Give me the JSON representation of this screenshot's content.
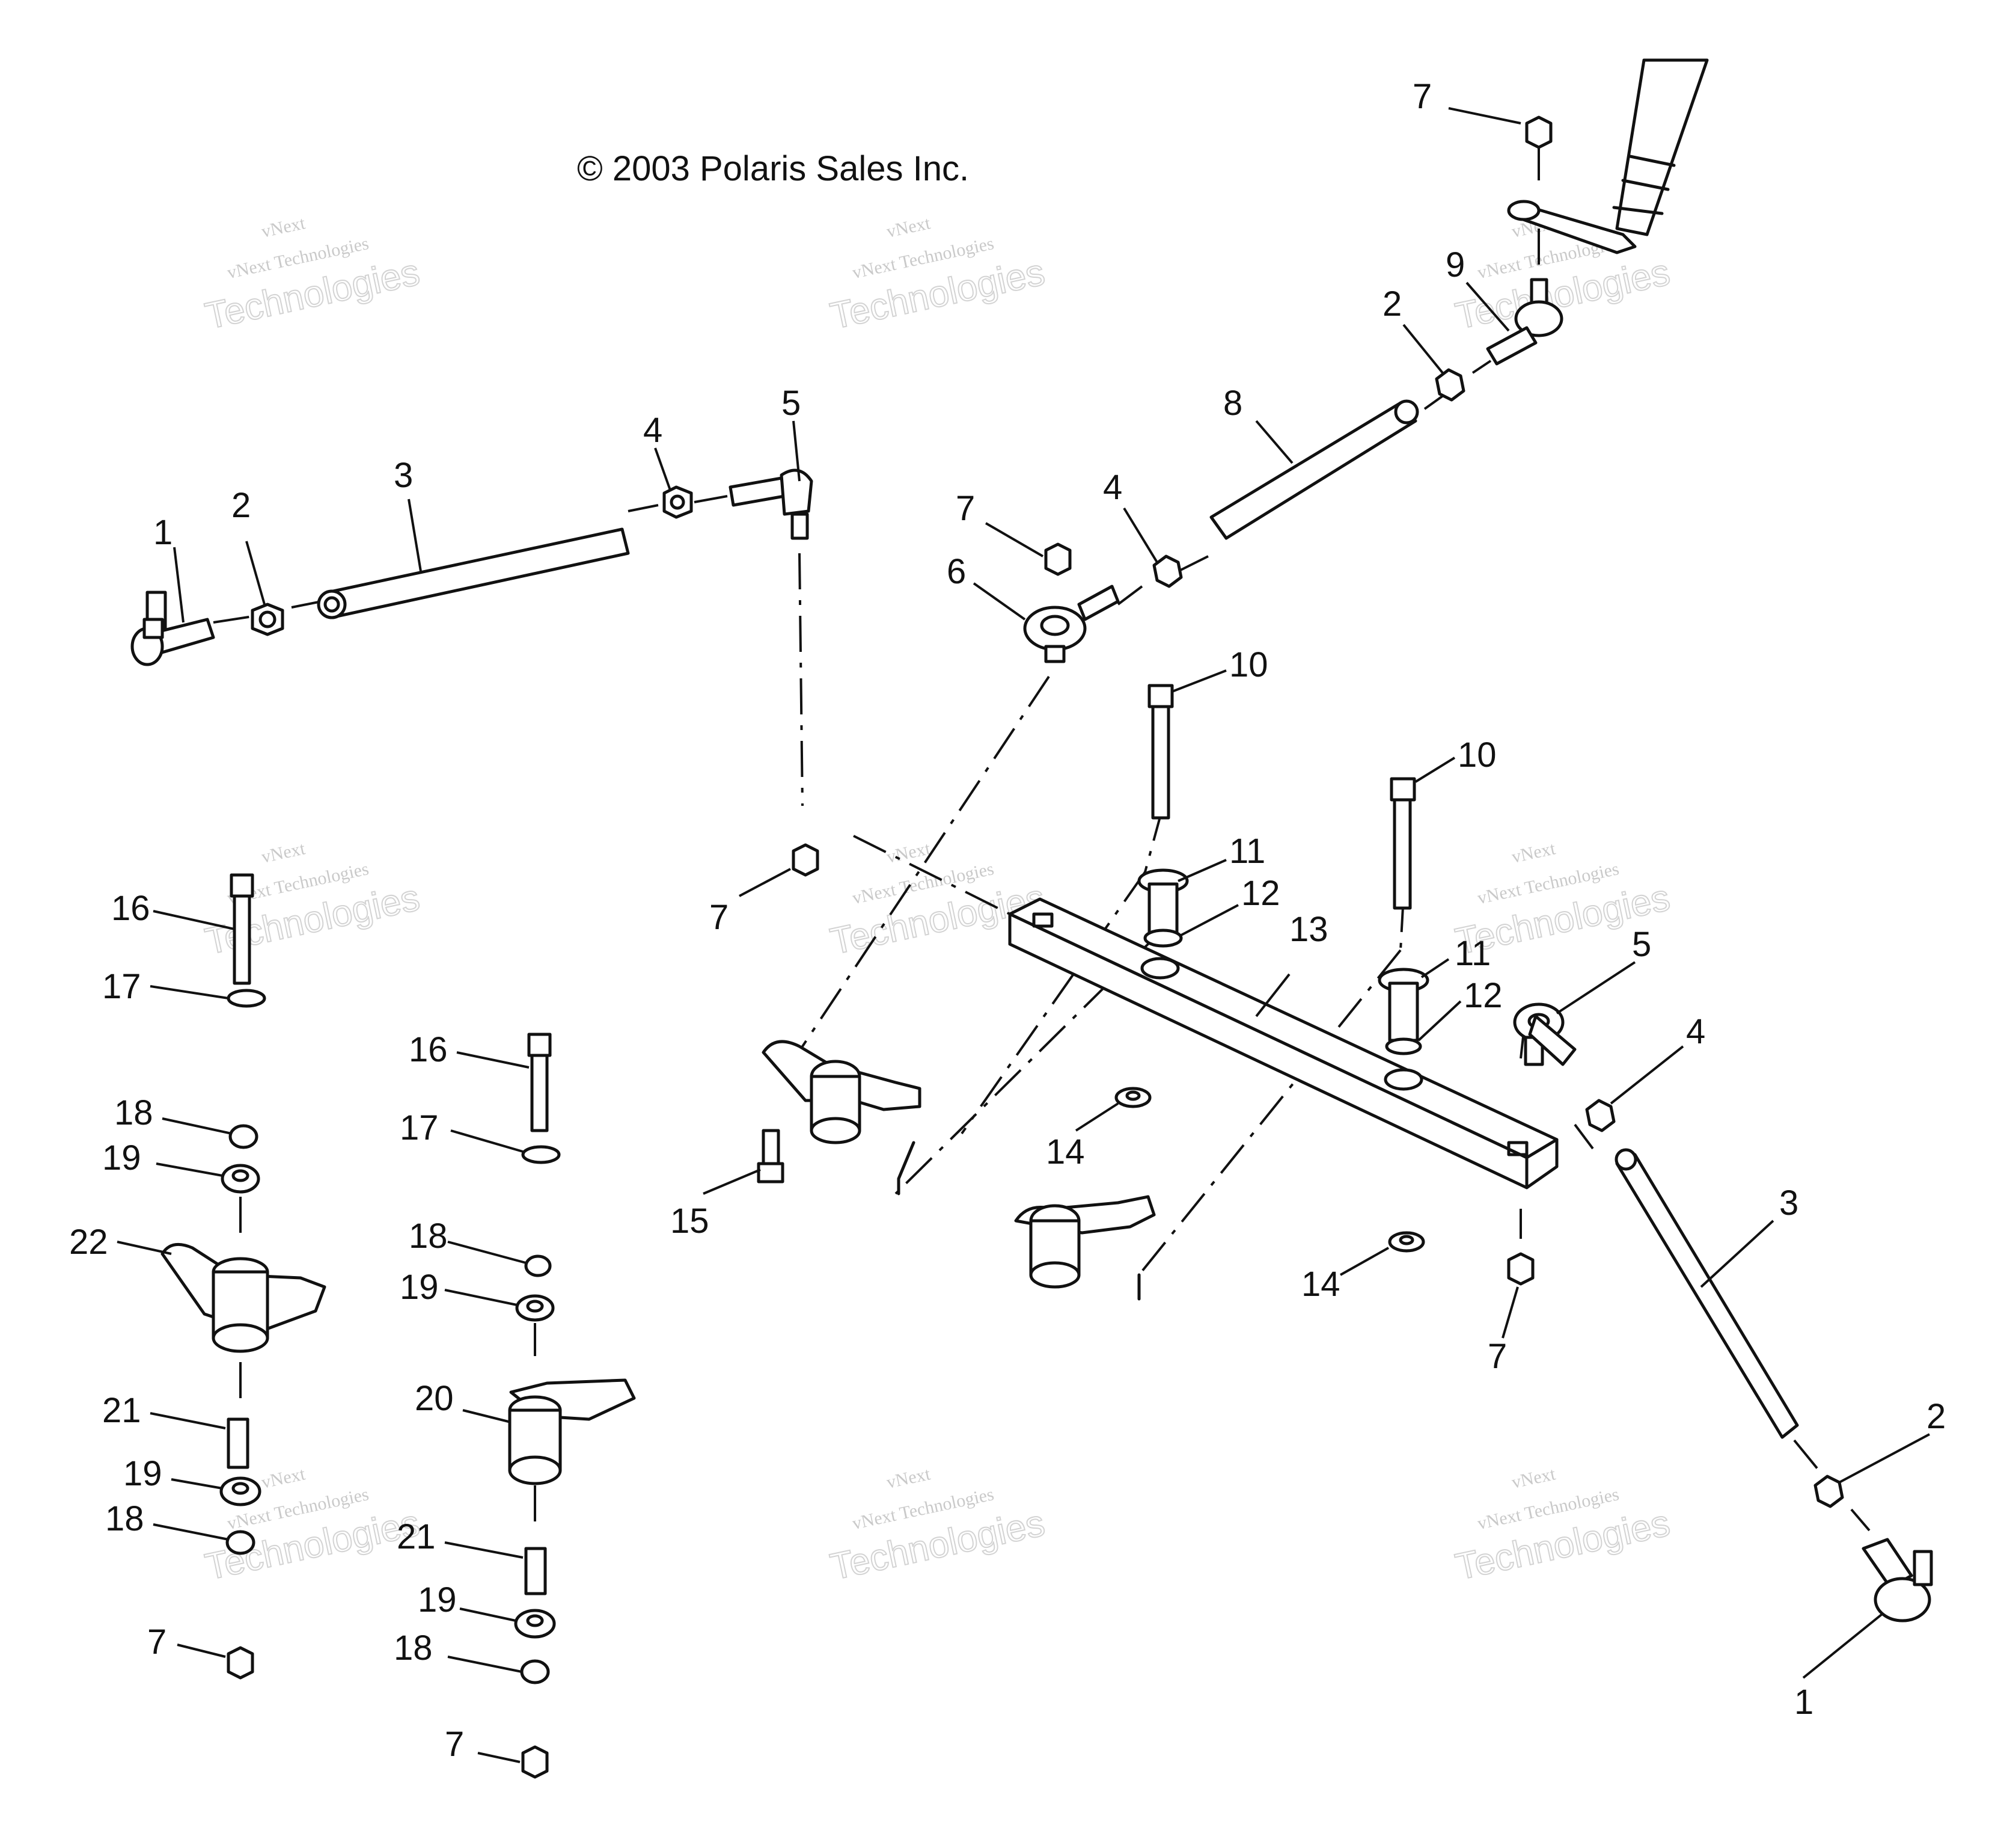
{
  "copyright": "© 2003 Polaris Sales Inc.",
  "watermark": {
    "brand": "vNext",
    "line1": "vNext Technologies",
    "line2": "Technologies"
  },
  "callouts": {
    "c1a": "1",
    "c2a": "2",
    "c3a": "3",
    "c4a": "4",
    "c5a": "5",
    "c7a": "7",
    "c9": "9",
    "c2b": "2",
    "c8": "8",
    "c7b": "7",
    "c4b": "4",
    "c6": "6",
    "c10a": "10",
    "c10b": "10",
    "c11a": "11",
    "c12a": "12",
    "c13": "13",
    "c11b": "11",
    "c12b": "12",
    "c5b": "5",
    "c4c": "4",
    "c3b": "3",
    "c7c": "7",
    "c15": "15",
    "c14a": "14",
    "c14b": "14",
    "c7d": "7",
    "c2c": "2",
    "c1b": "1",
    "c16a": "16",
    "c17a": "17",
    "c18a": "18",
    "c19a": "19",
    "c22": "22",
    "c21a": "21",
    "c19b": "19",
    "c18b": "18",
    "c7e": "7",
    "c16b": "16",
    "c17b": "17",
    "c18c": "18",
    "c19c": "19",
    "c20": "20",
    "c21b": "21",
    "c19d": "19",
    "c18d": "18",
    "c7f": "7"
  }
}
